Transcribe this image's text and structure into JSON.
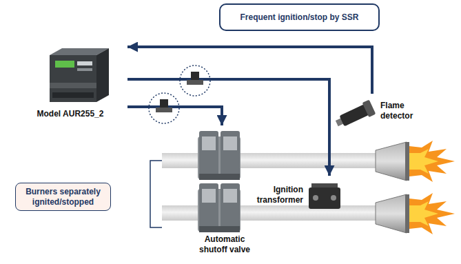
{
  "diagram": {
    "nodes": [
      {
        "text": [
          "Frequent ignition/stop by SSR"
        ]
      },
      {
        "text": [
          "Model AUR255_2"
        ]
      },
      {
        "text": [
          "Flame detector"
        ]
      },
      {
        "text": [
          "Burners separately ignited/stopped"
        ]
      },
      {
        "text": [
          "Ignition transformer"
        ]
      },
      {
        "text": [
          "Automatic shutoff valve"
        ]
      }
    ],
    "edges": [
      {
        "from": 2,
        "to": 1,
        "arrow": "to"
      },
      {
        "from": 1,
        "to": 4,
        "arrow": "to"
      },
      {
        "from": 1,
        "to": 5,
        "arrow": "to"
      }
    ]
  }
}
